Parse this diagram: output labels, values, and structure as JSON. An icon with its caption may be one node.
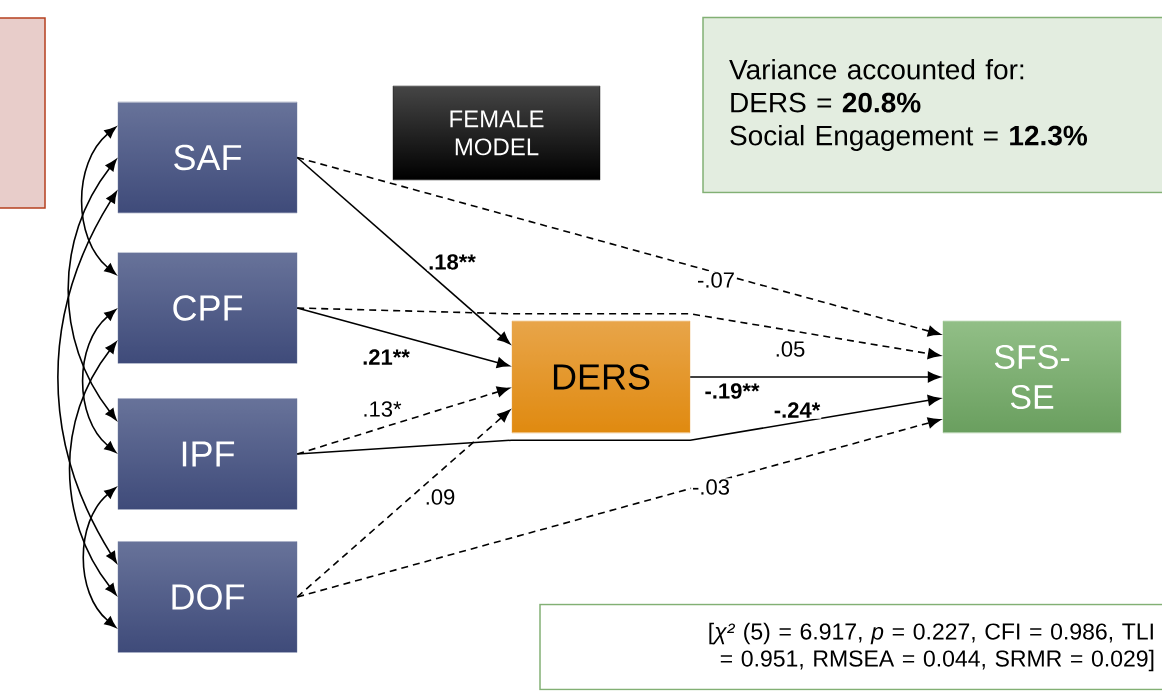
{
  "diagram": {
    "nodes": [
      {
        "text": [],
        "shape": "box"
      },
      {
        "text": [
          "SAF"
        ]
      },
      {
        "text": [
          "CPF"
        ]
      },
      {
        "text": [
          "IPF"
        ]
      },
      {
        "text": [
          "DOF"
        ]
      },
      {
        "text": [
          "FEMALE MODEL"
        ]
      },
      {
        "text": [
          "DERS"
        ]
      },
      {
        "text": [
          "SFS- SE"
        ]
      },
      {
        "text": [
          "Variance accounted for:",
          "DERS = **20.8%**",
          "Social Engagement = **12.3%**"
        ]
      },
      {
        "text": [
          "[*χ²* (5) = 6.917, *p* = 0.227, CFI = 0.986, TLI = 0.951, RMSEA = 0.044, SRMR = 0.029]"
        ]
      }
    ],
    "edges": [
      {
        "from": 1,
        "to": 6,
        "arrow": "to",
        "label": ".18**"
      },
      {
        "from": 1,
        "to": 7,
        "arrow": "to",
        "label": "-.07",
        "style": "dashed"
      },
      {
        "from": 2,
        "to": 6,
        "arrow": "to",
        "label": ".21**"
      },
      {
        "from": 2,
        "to": 7,
        "arrow": "to",
        "label": ".05",
        "style": "dashed"
      },
      {
        "from": 3,
        "to": 6,
        "arrow": "to",
        "label": ".13*",
        "style": "dashed"
      },
      {
        "from": 3,
        "to": 7,
        "arrow": "to",
        "label": "-.24*"
      },
      {
        "from": 4,
        "to": 6,
        "arrow": "to",
        "label": ".09",
        "style": "dashed"
      },
      {
        "from": 4,
        "to": 7,
        "arrow": "to",
        "label": "-.03",
        "style": "dashed"
      },
      {
        "from": 6,
        "to": 7,
        "arrow": "to",
        "label": "-.19**"
      },
      {
        "from": 1,
        "to": 2,
        "arrow": "both"
      },
      {
        "from": 1,
        "to": 3,
        "arrow": "both"
      },
      {
        "from": 1,
        "to": 4,
        "arrow": "both"
      },
      {
        "from": 2,
        "to": 3,
        "arrow": "both"
      },
      {
        "from": 2,
        "to": 4,
        "arrow": "both"
      },
      {
        "from": 3,
        "to": 4,
        "arrow": "both"
      }
    ]
  }
}
